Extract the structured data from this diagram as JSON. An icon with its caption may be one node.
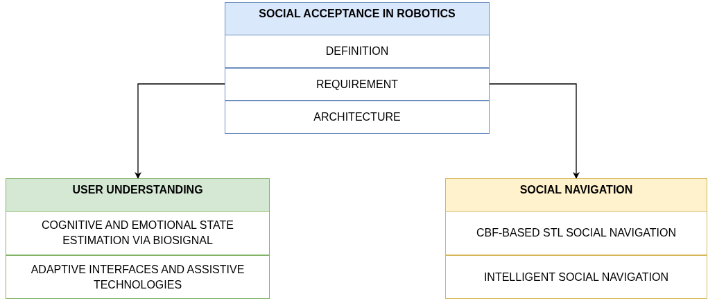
{
  "diagram": {
    "nodes": [
      {
        "text": [
          "SOCIAL ACCEPTANCE IN ROBOTICS"
        ]
      },
      {
        "text": [
          "DEFINITION"
        ],
        "in": 0
      },
      {
        "text": [
          "REQUIREMENT"
        ],
        "in": 0
      },
      {
        "text": [
          "ARCHITECTURE"
        ],
        "in": 0
      },
      {
        "text": [
          "USER UNDERSTANDING"
        ]
      },
      {
        "text": [
          "COGNITIVE AND EMOTIONAL STATE ESTIMATION VIA BIOSIGNAL"
        ],
        "in": 4
      },
      {
        "text": [
          "ADAPTIVE INTERFACES AND ASSISTIVE TECHNOLOGIES"
        ],
        "in": 4
      },
      {
        "text": [
          "SOCIAL NAVIGATION"
        ]
      },
      {
        "text": [
          "CBF-BASED STL SOCIAL NAVIGATION"
        ],
        "in": 7
      },
      {
        "text": [
          "INTELLIGENT SOCIAL NAVIGATION"
        ],
        "in": 7
      }
    ],
    "edges": [
      {
        "from": 0,
        "to": 4,
        "arrow": "to"
      },
      {
        "from": 0,
        "to": 7,
        "arrow": "to"
      }
    ]
  }
}
